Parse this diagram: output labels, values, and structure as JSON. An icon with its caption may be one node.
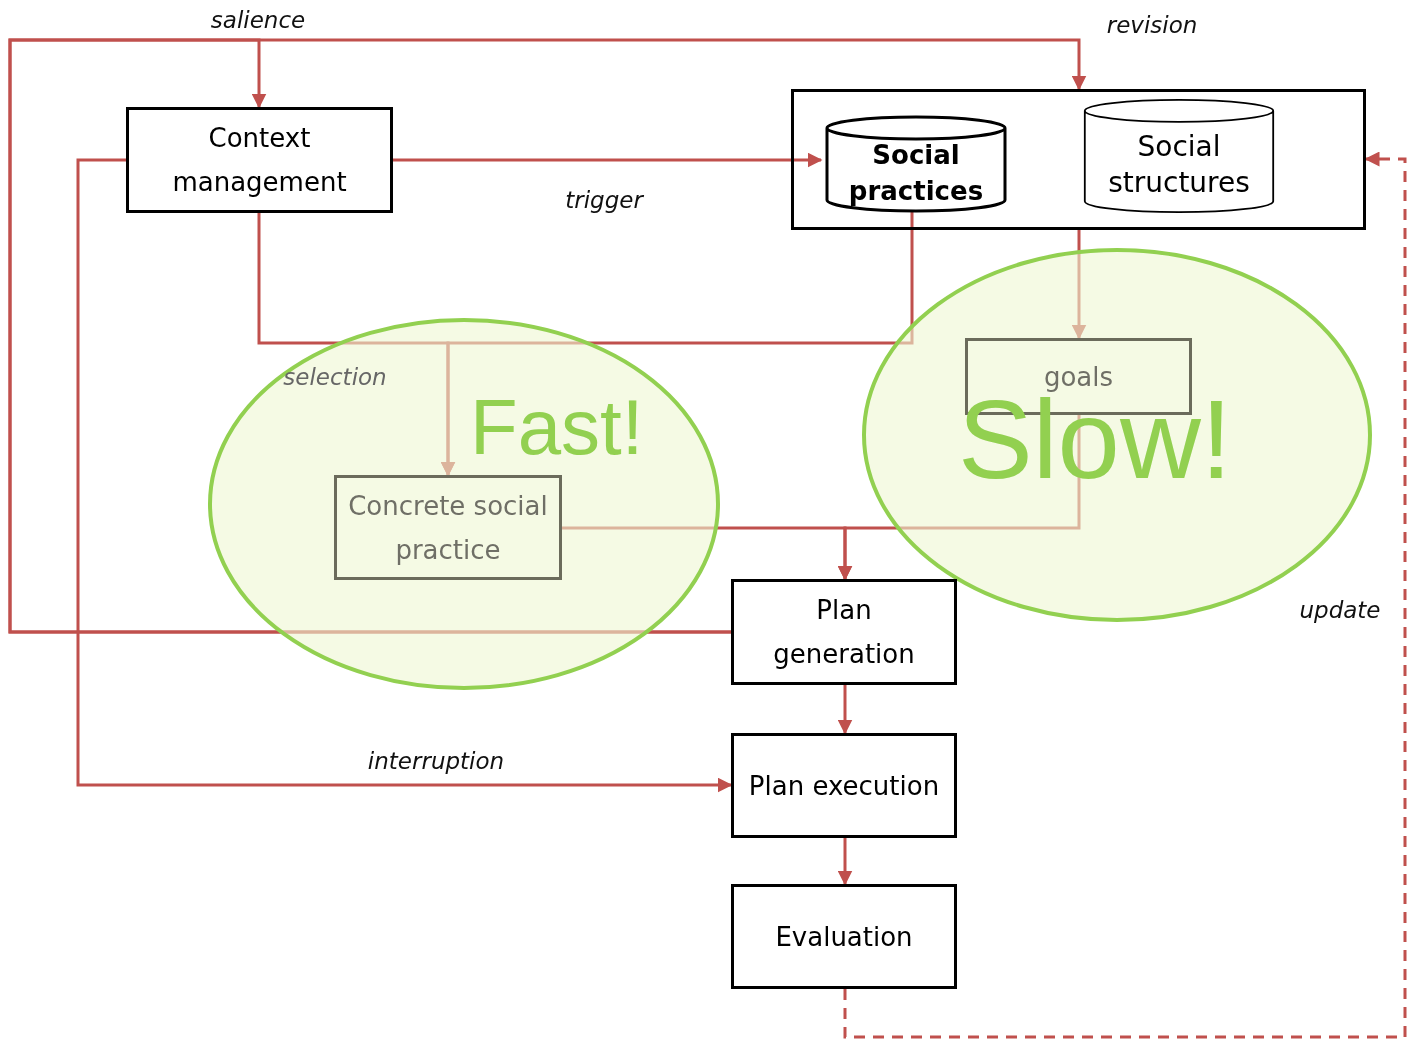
{
  "diagram": {
    "nodes": [
      {
        "text": [
          "Context management"
        ]
      },
      {
        "text": [],
        "shape": "box"
      },
      {
        "text": [
          "Social practices"
        ],
        "in": 1
      },
      {
        "text": [
          "Social structures"
        ],
        "in": 1
      },
      {
        "text": [
          "Fast!"
        ]
      },
      {
        "text": [
          "Concrete social practice"
        ],
        "in": 4
      },
      {
        "text": [
          "Slow!"
        ]
      },
      {
        "text": [
          "goals"
        ],
        "in": 6
      },
      {
        "text": [
          "Plan generation"
        ]
      },
      {
        "text": [
          "Plan execution"
        ]
      },
      {
        "text": [
          "Evaluation"
        ]
      }
    ],
    "edges": [
      {
        "from": 8,
        "to": 0,
        "arrow": "to",
        "label": "salience"
      },
      {
        "from": 8,
        "to": 1,
        "arrow": "to",
        "label": "revision"
      },
      {
        "from": 0,
        "to": 2,
        "arrow": "to",
        "label": "trigger"
      },
      {
        "from": 0,
        "to": 5,
        "arrow": "to",
        "label": "selection"
      },
      {
        "from": 2,
        "to": 5,
        "arrow": "to"
      },
      {
        "from": 1,
        "to": 7,
        "arrow": "to"
      },
      {
        "from": 5,
        "to": 8,
        "arrow": "to"
      },
      {
        "from": 7,
        "to": 8,
        "arrow": "to"
      },
      {
        "from": 8,
        "to": 9,
        "arrow": "to"
      },
      {
        "from": 9,
        "to": 10,
        "arrow": "to"
      },
      {
        "from": 0,
        "to": 9,
        "arrow": "to",
        "label": "interruption"
      },
      {
        "from": 10,
        "to": 1,
        "arrow": "to",
        "label": "update",
        "style": "dashed"
      }
    ]
  }
}
